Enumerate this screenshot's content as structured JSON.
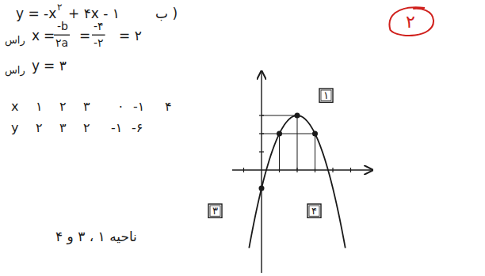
{
  "diagram": {
    "nodes": [
      {
        "text": [
          "۲"
        ]
      },
      {
        "text": [
          "۱"
        ]
      },
      {
        "text": [
          "۳"
        ]
      },
      {
        "text": [
          "۴"
        ]
      }
    ],
    "labels": [
      "y = -x",
      "۲",
      "+ ۴x - ۱",
      "ب )",
      "راس",
      "x",
      "=",
      "-b",
      "۲a",
      "=",
      "-۴",
      "-۲",
      "= ۲",
      "راس",
      "y",
      "= ۳",
      "x",
      "۱",
      "۲",
      "۳",
      "۰",
      "-۱",
      "۴",
      "y",
      "۲",
      "۳",
      "۲",
      "-۱",
      "-۶",
      "ناحیه ۱ ، ۳ و ۴"
    ]
  }
}
